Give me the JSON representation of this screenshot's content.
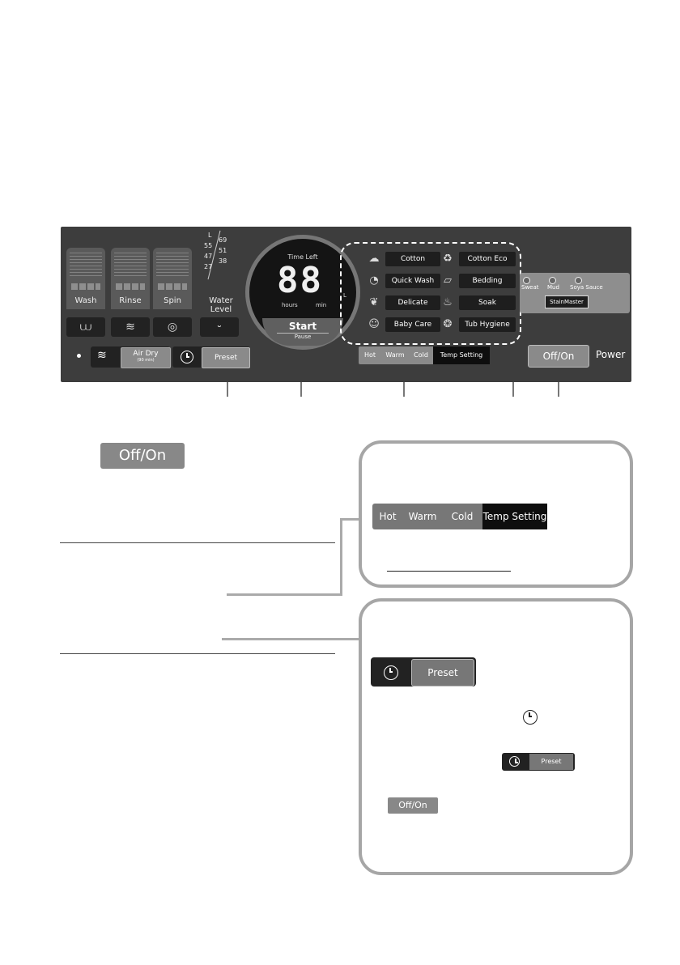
{
  "panel": {
    "columns": [
      {
        "label": "Wash",
        "icon": "wash-icon",
        "icon_glyph": "⩊"
      },
      {
        "label": "Rinse",
        "icon": "rinse-icon",
        "icon_glyph": "≋"
      },
      {
        "label": "Spin",
        "icon": "spin-icon",
        "icon_glyph": "◎"
      },
      {
        "label": "Water Level",
        "icon": "tub-icon",
        "icon_glyph": "⏑"
      }
    ],
    "water_levels": {
      "left": [
        "L",
        "55",
        "47",
        "27"
      ],
      "right": [
        "69",
        "51",
        "38"
      ]
    },
    "display": {
      "time_left": "Time Left",
      "digits": "88",
      "hours": "hours",
      "min": "min",
      "unit": "L"
    },
    "start": "Start",
    "pause": "Pause",
    "programs": [
      {
        "label": "Cotton",
        "icon": "cotton-icon",
        "icon_glyph": "☁"
      },
      {
        "label": "Cotton Eco",
        "icon": "eco-icon",
        "icon_glyph": "♻"
      },
      {
        "label": "Quick Wash",
        "icon": "quick-wash-icon",
        "icon_glyph": "◔"
      },
      {
        "label": "Bedding",
        "icon": "bedding-icon",
        "icon_glyph": "▱"
      },
      {
        "label": "Delicate",
        "icon": "feather-icon",
        "icon_glyph": "❦"
      },
      {
        "label": "Soak",
        "icon": "soak-icon",
        "icon_glyph": "♨"
      },
      {
        "label": "Baby Care",
        "icon": "baby-care-icon",
        "icon_glyph": "☺"
      },
      {
        "label": "Tub Hygiene",
        "icon": "tub-hygiene-icon",
        "icon_glyph": "❂"
      }
    ],
    "stain": {
      "options": [
        "Sweat",
        "Mud",
        "Soya Sauce"
      ],
      "button": "StainMaster"
    },
    "temp": [
      "Hot",
      "Warm",
      "Cold",
      "Temp Setting"
    ],
    "off_on": "Off/On",
    "power": "Power",
    "air_dry": "Air Dry",
    "air_dry_sub": "(90 min)",
    "preset": "Preset"
  },
  "detail": {
    "off_on": "Off/On",
    "temp": [
      "Hot",
      "Warm",
      "Cold",
      "Temp Setting"
    ],
    "preset": "Preset",
    "small_preset": "Preset",
    "small_off_on": "Off/On"
  },
  "colors": {
    "panel": "#3d3d3d",
    "button": "#8a8a8a",
    "box_border": "#a6a6a6"
  }
}
